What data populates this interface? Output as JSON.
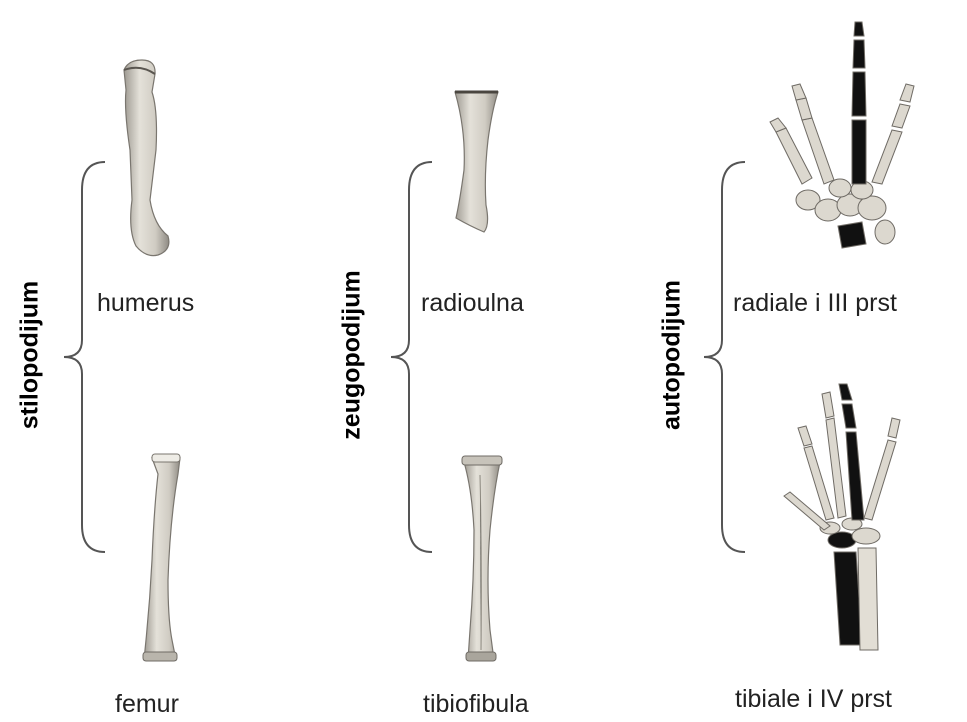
{
  "groups": [
    {
      "title": "stilopodijum",
      "top_label": "humerus",
      "bottom_label": "femur"
    },
    {
      "title": "zeugopodijum",
      "top_label": "radioulna",
      "bottom_label": "tibiofibula"
    },
    {
      "title": "autopodijum",
      "top_label": "radiale i III prst",
      "bottom_label": "tibiale i IV prst"
    }
  ],
  "colors": {
    "bone": "#dcd8cf",
    "bone_edge": "#9e9a92",
    "highlight": "#111111",
    "bracket": "#555555"
  }
}
